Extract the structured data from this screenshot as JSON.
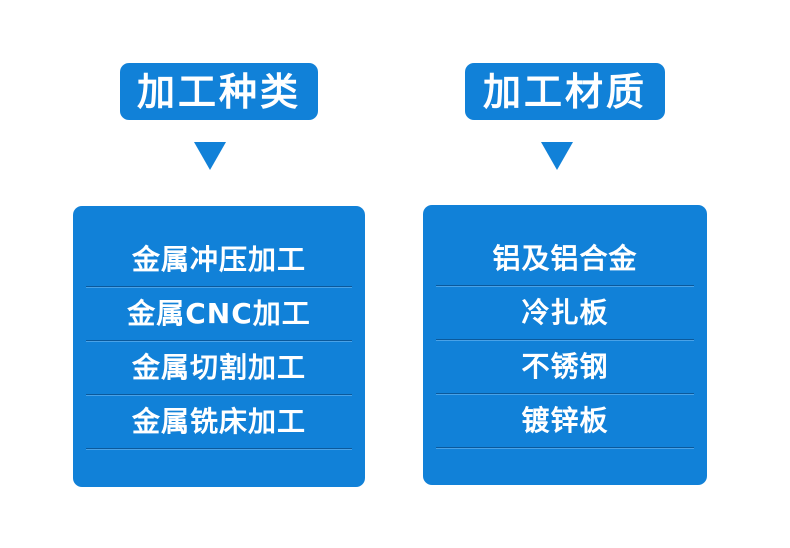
{
  "colors": {
    "accent_blue": "#1181d8",
    "text_on_accent": "#ffffff",
    "page_background": "#ffffff"
  },
  "columns": [
    {
      "id": "processing-types",
      "header": "加工种类",
      "items": [
        "金属冲压加工",
        "金属CNC加工",
        "金属切割加工",
        "金属铣床加工"
      ]
    },
    {
      "id": "processing-materials",
      "header": "加工材质",
      "items": [
        "铝及铝合金",
        "冷扎板",
        "不锈钢",
        "镀锌板"
      ]
    }
  ]
}
